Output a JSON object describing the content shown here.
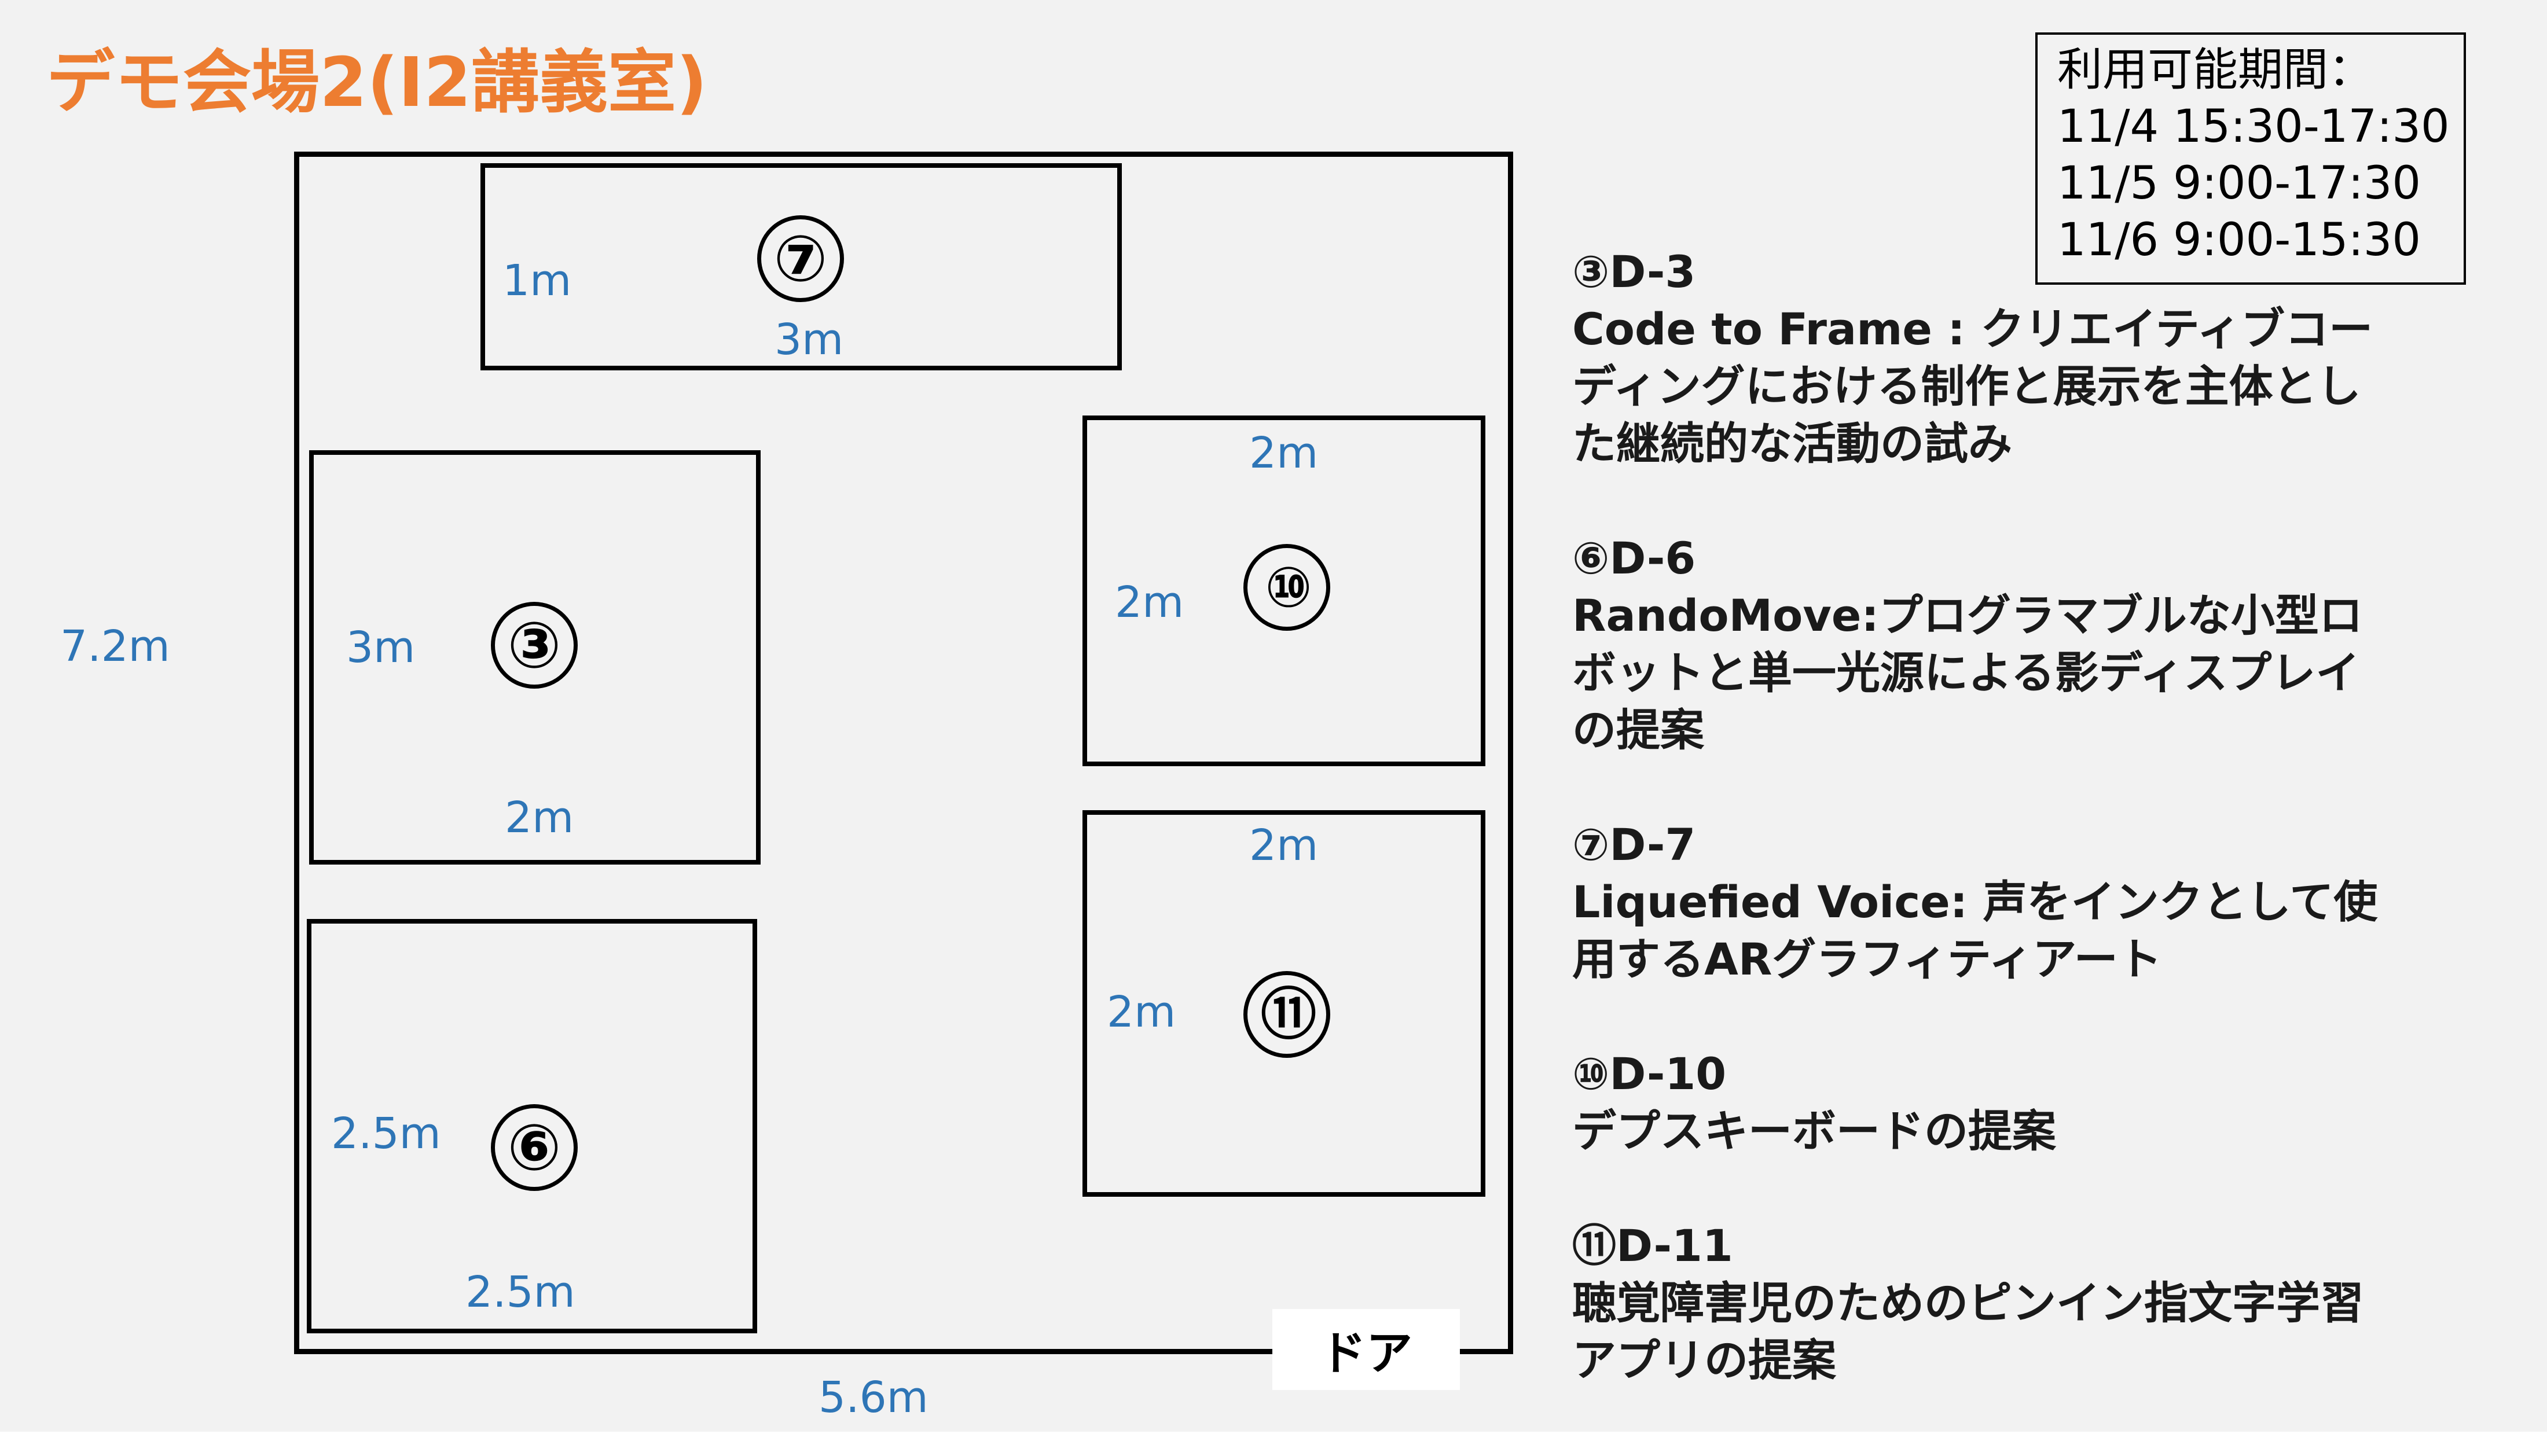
{
  "title": "デモ会場2(I2講義室)",
  "availability": {
    "heading": "利用可能期間：",
    "dates": [
      "11/4 15:30-17:30",
      "11/5 9:00-17:30",
      "11/6 9:00-15:30"
    ]
  },
  "room": {
    "height_label": "7.2m",
    "width_label": "5.6m",
    "door_label": "ドア"
  },
  "booths": [
    {
      "id": "7",
      "mark": "⑦",
      "side_label": "1m",
      "top_label": "",
      "bottom_label": "3m"
    },
    {
      "id": "3",
      "mark": "③",
      "side_label": "3m",
      "top_label": "",
      "bottom_label": "2m"
    },
    {
      "id": "6",
      "mark": "⑥",
      "side_label": "2.5m",
      "top_label": "",
      "bottom_label": "2.5m"
    },
    {
      "id": "10",
      "mark": "⑩",
      "side_label": "2m",
      "top_label": "2m",
      "bottom_label": ""
    },
    {
      "id": "11",
      "mark": "⑪",
      "side_label": "2m",
      "top_label": "2m",
      "bottom_label": ""
    }
  ],
  "legend": [
    {
      "code": "③D-3",
      "title_lines": [
        "Code to Frame : クリエイティブコー",
        "ディングにおける制作と展示を主体とし",
        "た継続的な活動の試み"
      ]
    },
    {
      "code": "⑥D-6",
      "title_lines": [
        "RandoMove:プログラマブルな小型ロ",
        "ボットと単一光源による影ディスプレイ",
        "の提案"
      ]
    },
    {
      "code": "⑦D-7",
      "title_lines": [
        "Liquefied Voice: 声をインクとして使",
        "用するARグラフィティアート"
      ]
    },
    {
      "code": "⑩D-10",
      "title_lines": [
        "デプスキーボードの提案"
      ]
    },
    {
      "code": "⑪D-11",
      "title_lines": [
        "聴覚障害児のためのピンイン指文字学習",
        "アプリの提案"
      ]
    }
  ]
}
